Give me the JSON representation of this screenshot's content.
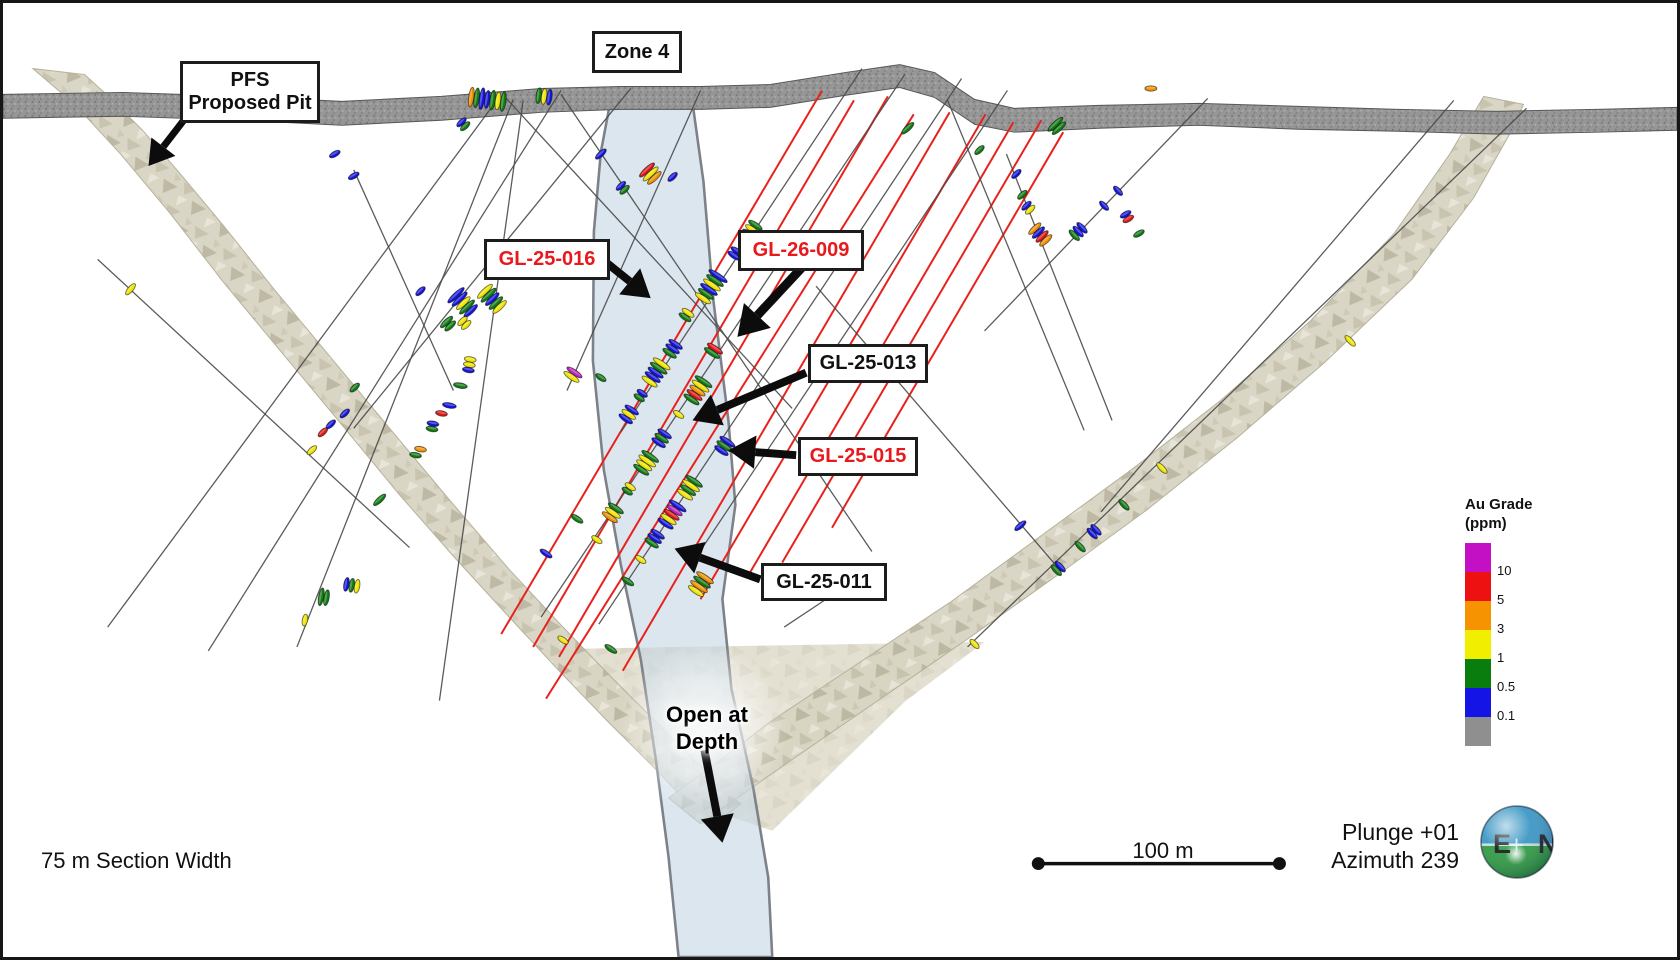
{
  "callouts": {
    "zone": "Zone 4",
    "pit": [
      "PFS",
      "Proposed Pit"
    ],
    "open_at_depth": [
      "Open at",
      "Depth"
    ]
  },
  "drillholes": [
    {
      "id": "GL-25-016",
      "text_color": "#e8191c"
    },
    {
      "id": "GL-26-009",
      "text_color": "#e8191c"
    },
    {
      "id": "GL-25-013",
      "text_color": "#111111"
    },
    {
      "id": "GL-25-015",
      "text_color": "#e8191c"
    },
    {
      "id": "GL-25-011",
      "text_color": "#111111"
    }
  ],
  "footer": {
    "section_width": "75 m Section Width",
    "scale": "100 m",
    "plunge": "Plunge +01",
    "azimuth": "Azimuth 239"
  },
  "legend": {
    "title": [
      "Au Grade",
      "(ppm)"
    ],
    "entries": [
      {
        "color": "#c410c4",
        "label": "10"
      },
      {
        "color": "#ee1111",
        "label": "5"
      },
      {
        "color": "#f59300",
        "label": "3"
      },
      {
        "color": "#f2ee00",
        "label": "1"
      },
      {
        "color": "#0a7d0f",
        "label": "0.5"
      },
      {
        "color": "#1414e6",
        "label": "0.1"
      },
      {
        "color": "#8f8f8f",
        "label": ""
      }
    ]
  },
  "compass": {
    "east": "E",
    "north": "N"
  },
  "palette": {
    "B": "#1414dd",
    "G": "#0f7c12",
    "Y": "#efe400",
    "O": "#ef9100",
    "R": "#e01717",
    "M": "#bb22bb",
    "structure_line": "#e8211d",
    "trace": "#4a4a4a",
    "zone_fill": "rgba(196,214,228,0.60)",
    "zone_edge": "#7d8289",
    "topo_fill": "#969696",
    "pit_fill": "#d9d5c3",
    "arrow": "#0c0c0c"
  }
}
